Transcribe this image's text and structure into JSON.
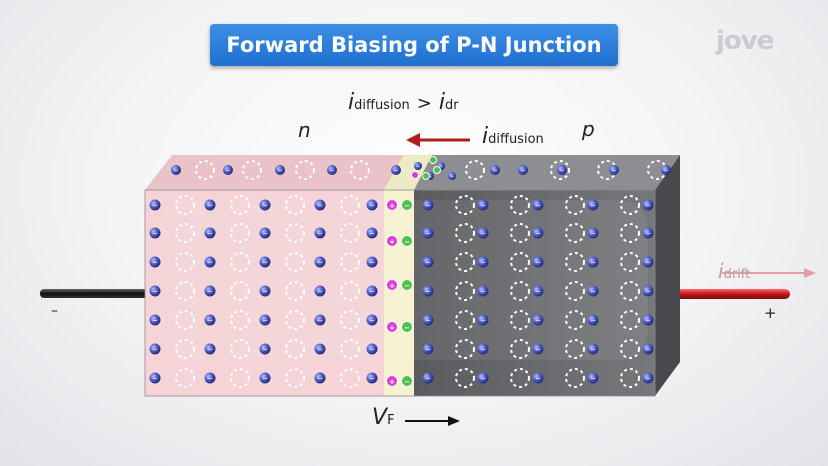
{
  "title": "Forward Biasing of P-N Junction",
  "logo": "jove",
  "relation": {
    "i1": "i",
    "s1": "diffusion",
    "op": ">",
    "i2": "i",
    "s2": "dr"
  },
  "n_label": "n",
  "p_label": "p",
  "diffusion_label": {
    "i": "i",
    "sub": "diffusion"
  },
  "drift_label": {
    "i": "i",
    "sub": "drift"
  },
  "minus_sign": "–",
  "plus_sign": "+",
  "vf_label": {
    "v": "V",
    "sub": "F"
  },
  "colors": {
    "n_region": "#f5d3d6",
    "p_region": "#6c6d70",
    "junction": "#f6f2cf",
    "electron": "#5a64c8",
    "positive_ion": "#d93fd6",
    "negative_ion": "#4cc24c",
    "diffusion_arrow": "#b01d1d",
    "drift_arrow": "#e3a0a6",
    "wire_left": "#1a1a1a",
    "wire_right": "#c2161c",
    "title_bg": "#2a7ad8"
  }
}
